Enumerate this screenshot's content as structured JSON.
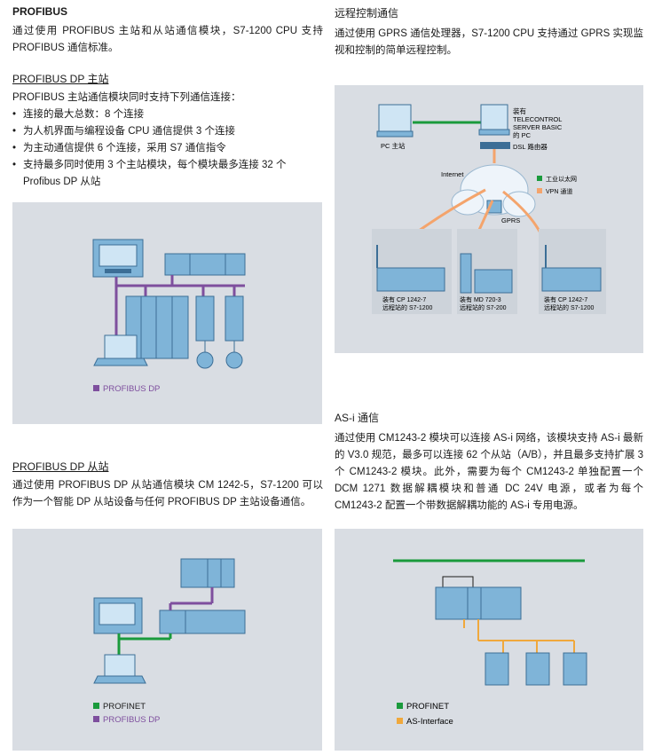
{
  "left": {
    "profibus": {
      "title": "PROFIBUS",
      "text": "通过使用 PROFIBUS 主站和从站通信模块，S7-1200 CPU 支持 PROFIBUS 通信标准。"
    },
    "dp_master": {
      "title": "PROFIBUS DP 主站",
      "intro": "PROFIBUS 主站通信模块同时支持下列通信连接：",
      "items": [
        "连接的最大总数：8 个连接",
        "为人机界面与编程设备 CPU 通信提供 3 个连接",
        "为主动通信提供 6 个连接，采用 S7 通信指令",
        "支持最多同时使用 3 个主站模块，每个模块最多连接 32 个 Profibus DP 从站"
      ],
      "legend": "PROFIBUS DP"
    },
    "dp_slave": {
      "title": "PROFIBUS DP 从站",
      "text": "通过使用 PROFIBUS DP 从站通信模块 CM 1242-5，S7-1200 可以作为一个智能 DP 从站设备与任何 PROFIBUS DP 主站设备通信。",
      "legend_profinet": "PROFINET",
      "legend_profibus": "PROFIBUS DP"
    }
  },
  "right": {
    "remote": {
      "title": "远程控制通信",
      "text": "通过使用 GPRS 通信处理器，S7-1200 CPU 支持通过 GPRS 实现监视和控制的简单远程控制。",
      "diagram": {
        "pc_master": "PC 主站",
        "pc_server_1": "装有",
        "pc_server_2": "TELECONTROL",
        "pc_server_3": "SERVER BASIC",
        "pc_server_4": "的 PC",
        "dsl": "DSL 路由器",
        "internet": "Internet",
        "gprs": "GPRS",
        "legend_eth": "工业以太网",
        "legend_vpn": "VPN 通道",
        "s1_a": "装有 CP 1242-7",
        "s1_b": "远程站的 S7-1200",
        "s2_a": "装有 MD 720-3",
        "s2_b": "远程站的 S7-200",
        "s3_a": "装有 CP 1242-7",
        "s3_b": "远程站的 S7-1200"
      }
    },
    "asi": {
      "title": "AS-i 通信",
      "text": "通过使用 CM1243-2 模块可以连接 AS-i 网络，该模块支持 AS-i 最新的 V3.0 规范，最多可以连接 62 个从站（A/B），并且最多支持扩展 3 个 CM1243-2 模块。此外，需要为每个 CM1243-2 单独配置一个 DCM 1271 数据解耦模块和普通 DC 24V 电源，或者为每个 CM1243-2 配置一个带数据解耦功能的 AS-i 专用电源。",
      "legend_profinet": "PROFINET",
      "legend_asi": "AS-Interface"
    }
  },
  "colors": {
    "panel": "#d9dde3",
    "device": "#7fb4d8",
    "device_dark": "#3c6e96",
    "profibus": "#7e4f9e",
    "profinet": "#1a9a3c",
    "asi": "#f0a83c",
    "vpn": "#f4a46c"
  }
}
